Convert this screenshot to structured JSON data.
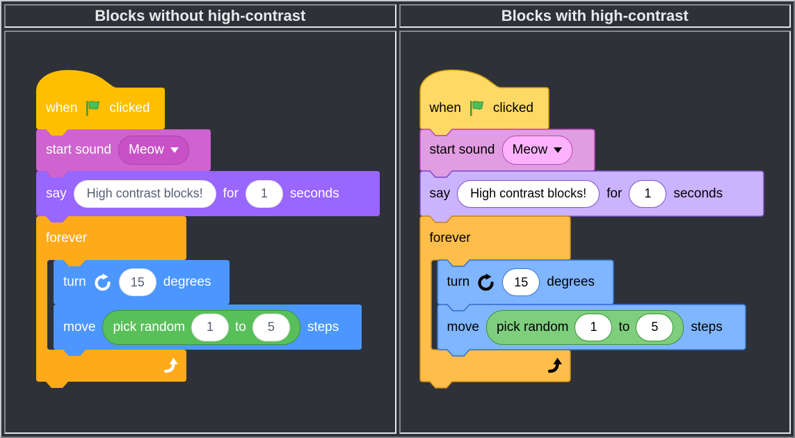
{
  "table": {
    "header_left": "Blocks without high-contrast",
    "header_right": "Blocks with high-contrast"
  },
  "script": {
    "when_clicked": {
      "when": "when",
      "clicked": "clicked"
    },
    "start_sound": {
      "label": "start sound",
      "sound": "Meow"
    },
    "say_for_seconds": {
      "say": "say",
      "message": "High contrast blocks!",
      "for": "for",
      "duration": "1",
      "seconds": "seconds"
    },
    "forever": {
      "label": "forever"
    },
    "turn_degrees": {
      "turn": "turn",
      "degrees_value": "15",
      "degrees": "degrees"
    },
    "move_steps": {
      "move": "move",
      "steps": "steps"
    },
    "pick_random": {
      "label": "pick random",
      "from_value": "1",
      "to_word": "to",
      "to_value": "5"
    }
  },
  "icons": {
    "flag": "green-flag-icon",
    "dropdown": "dropdown-caret-icon",
    "rotate": "rotate-clockwise-icon",
    "loop": "loop-arrow-icon"
  },
  "colors": {
    "background": "#2E3138",
    "header_text": "#E9E9EB",
    "normal_theme": {
      "events": "#FFBF00",
      "sound": "#CF63CF",
      "sound_dropdown": "#C851C8",
      "looks": "#9966FF",
      "control": "#FFAB19",
      "motion": "#4C97FF",
      "operators": "#59C059",
      "operators_border": "#389438",
      "label_text": "#FFFFFF",
      "input_text": "#575E75",
      "input_fill": "#FFFFFF"
    },
    "high_contrast_theme": {
      "events": "#FFD966",
      "events_border": "#CC9900",
      "sound": "#E19DE1",
      "sound_border": "#BD42BD",
      "sound_dropdown": "#FFB3FF",
      "looks": "#CCB3FF",
      "looks_border": "#774DCB",
      "control": "#FFBE4C",
      "control_border": "#CF8B17",
      "motion": "#80B5FF",
      "motion_border": "#3373CC",
      "operators": "#7ECE7E",
      "operators_border": "#389438",
      "label_text": "#000000",
      "input_text": "#000000",
      "input_fill": "#FFFFFF"
    },
    "flag_green": "#4CBF56",
    "flag_green_border": "#45993D"
  }
}
